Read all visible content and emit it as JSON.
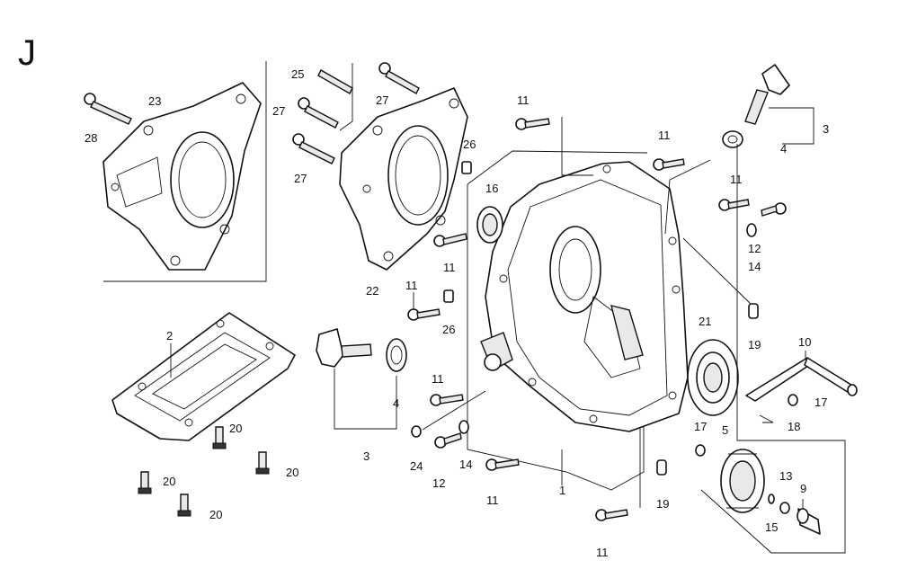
{
  "section_letter": "J",
  "callouts": {
    "c1": "1",
    "c2": "2",
    "c3a": "3",
    "c3b": "3",
    "c4a": "4",
    "c4b": "4",
    "c5": "5",
    "c9": "9",
    "c10": "10",
    "c11a": "11",
    "c11b": "11",
    "c11c": "11",
    "c11d": "11",
    "c11e": "11",
    "c11f": "11",
    "c11g": "11",
    "c11h": "11",
    "c12a": "12",
    "c12b": "12",
    "c13": "13",
    "c14a": "14",
    "c14b": "14",
    "c15": "15",
    "c16": "16",
    "c17a": "17",
    "c17b": "17",
    "c18": "18",
    "c19a": "19",
    "c19b": "19",
    "c20a": "20",
    "c20b": "20",
    "c20c": "20",
    "c20d": "20",
    "c21": "21",
    "c22": "22",
    "c23": "23",
    "c24": "24",
    "c25": "25",
    "c26a": "26",
    "c26b": "26",
    "c27a": "27",
    "c27b": "27",
    "c27c": "27",
    "c28": "28"
  }
}
